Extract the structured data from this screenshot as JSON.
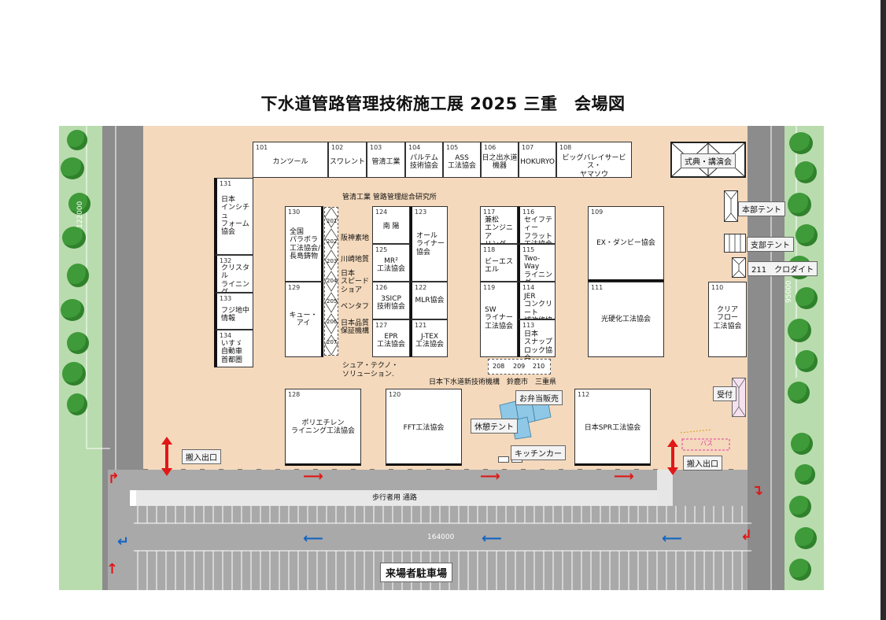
{
  "title": "下水道管路管理技術施工展 2025 三重　会場図",
  "colors": {
    "venue_floor": "#f4d9bc",
    "road": "#8c8c8c",
    "parking": "#a9a9a9",
    "grass": "#b9dcae",
    "tree": "#3f9a3a",
    "arrow_red": "#e01818",
    "arrow_blue": "#1565c0",
    "tent_blue": "#8fc7e6",
    "bus_pink": "#e040a0"
  },
  "booths": [
    {
      "num": "101",
      "label": "カンツール"
    },
    {
      "num": "102",
      "label": "スワレント"
    },
    {
      "num": "103",
      "label": "管清工業"
    },
    {
      "num": "104",
      "label": "パルテム\n技術協会"
    },
    {
      "num": "105",
      "label": "ASS\n工法協会"
    },
    {
      "num": "106",
      "label": "日之出水道\n機器"
    },
    {
      "num": "107",
      "label": "HOKURYO"
    },
    {
      "num": "108",
      "label": "ビッグバレイサービス・\nヤマソウ"
    },
    {
      "num": "131",
      "label": "日本\nインシチュ\nフォーム\n協会"
    },
    {
      "num": "132",
      "label": "クリスタル\nライニング\n工法協会"
    },
    {
      "num": "133",
      "label": "フジ地中\n情報"
    },
    {
      "num": "134",
      "label": "いすゞ\n自動車\n首都圏"
    },
    {
      "num": "130",
      "label": "全国\nパラボラ\n工法協会/\n長島鋳物"
    },
    {
      "num": "129",
      "label": "キュー・\nアイ"
    },
    {
      "num": "124",
      "label": "南 陽"
    },
    {
      "num": "123",
      "label": "オール\nライナー\n協会"
    },
    {
      "num": "125",
      "label": "MR²\n工法協会"
    },
    {
      "num": "126",
      "label": "3SICP\n技術協会"
    },
    {
      "num": "122",
      "label": "MLR協会"
    },
    {
      "num": "127",
      "label": "EPR\n工法協会"
    },
    {
      "num": "121",
      "label": "J-TEX\n工法協会"
    },
    {
      "num": "117",
      "label": "兼松\nエンジニア\nリング"
    },
    {
      "num": "116",
      "label": "セイフティー\nフラット\n工法協会"
    },
    {
      "num": "118",
      "label": "ビーエス\nエル"
    },
    {
      "num": "115",
      "label": "Two-Way\nライニング\n工法協会"
    },
    {
      "num": "119",
      "label": "SW\nライナー\n工法協会"
    },
    {
      "num": "114",
      "label": "JER\nコンクリート\n補改修協会"
    },
    {
      "num": "113",
      "label": "日本\nスナップ\nロック協会"
    },
    {
      "num": "109",
      "label": "EX・ダンビー協会"
    },
    {
      "num": "111",
      "label": "光硬化工法協会"
    },
    {
      "num": "110",
      "label": "クリア\nフロー\n工法協会"
    },
    {
      "num": "128",
      "label": "ポリエチレン\nライニング工法協会"
    },
    {
      "num": "120",
      "label": "FFT工法協会"
    },
    {
      "num": "112",
      "label": "日本SPR工法協会"
    }
  ],
  "small_booths": [
    {
      "num": "201",
      "label": "阪神素地"
    },
    {
      "num": "202",
      "label": ""
    },
    {
      "num": "203",
      "label": "川崎地質"
    },
    {
      "num": "204",
      "label": "日本\nスピード\nショア"
    },
    {
      "num": "205",
      "label": "ベンタフ"
    },
    {
      "num": "206",
      "label": "日本品質\n保証機構"
    },
    {
      "num": "207",
      "label": ""
    },
    {
      "num": "208",
      "label": ""
    },
    {
      "num": "209",
      "label": ""
    },
    {
      "num": "210",
      "label": ""
    }
  ],
  "annotations": {
    "top_small": "管清工業 管路管理総合研究所",
    "bottom_small": "シュア・テクノ・\nソリューション.",
    "row_2xx": "日本下水道新技術機構　鈴鹿市　三重県"
  },
  "facilities": {
    "ceremony": "式典・講演会",
    "hq_tent": "本部テント",
    "branch_tent": "支部テント",
    "kurodaito": "211　クロダイト",
    "reception": "受付",
    "bento": "お弁当販売",
    "rest_tent": "休憩テント",
    "kitchen_car": "キッチンカー",
    "bus": "バス",
    "entrance_left": "搬入出口",
    "entrance_right": "搬入出口",
    "walkway": "歩行者用 通路",
    "parking": "来場者駐車場"
  },
  "dimensions": {
    "left": "122000",
    "right": "95000",
    "bottom": "164000"
  }
}
